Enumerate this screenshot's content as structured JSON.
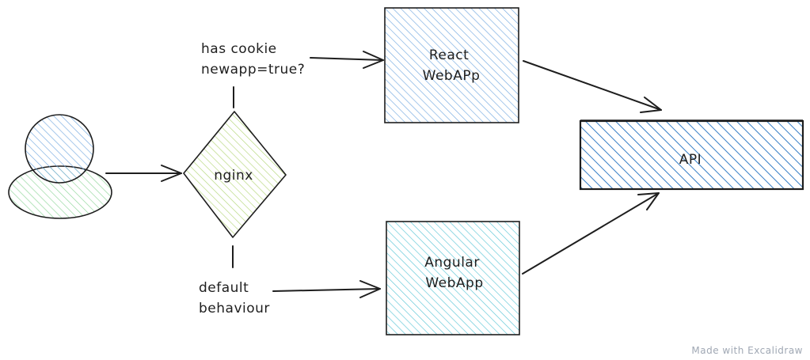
{
  "nodes": {
    "user": {
      "label": ""
    },
    "nginx": {
      "label": "nginx"
    },
    "react": {
      "label_lines": [
        "React",
        "WebAPp"
      ]
    },
    "angular": {
      "label_lines": [
        "Angular",
        "WebApp"
      ]
    },
    "api": {
      "label": "API"
    }
  },
  "edge_labels": {
    "cookie_condition": [
      "has cookie",
      "newapp=true?"
    ],
    "default_route": [
      "default",
      "behaviour"
    ]
  },
  "watermark": "Made with Excalidraw",
  "colors": {
    "stroke": "#1e1e1e",
    "user_head_fill": "#a5c8ec",
    "user_body_fill": "#b2f2bb",
    "nginx_fill": "#d8f0a8",
    "react_fill": "#a5c8ec",
    "angular_fill": "#99e9f2",
    "api_fill": "#1971c2",
    "watermark": "#a0a8b4"
  }
}
